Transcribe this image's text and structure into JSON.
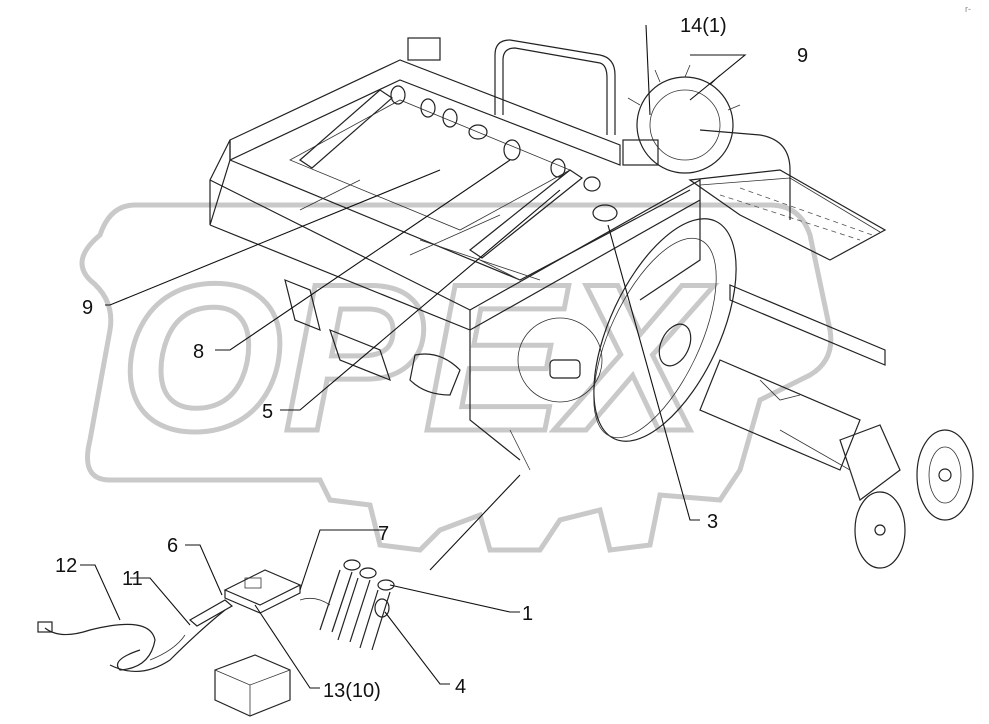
{
  "watermark": {
    "text": "OPEX",
    "color": "#c9c9c9"
  },
  "corner_mark": "r-",
  "callouts": [
    {
      "id": "c-14-1",
      "label": "14(1)"
    },
    {
      "id": "c-9-top",
      "label": "9"
    },
    {
      "id": "c-9-left",
      "label": "9"
    },
    {
      "id": "c-8",
      "label": "8"
    },
    {
      "id": "c-5",
      "label": "5"
    },
    {
      "id": "c-3",
      "label": "3"
    },
    {
      "id": "c-7",
      "label": "7"
    },
    {
      "id": "c-6",
      "label": "6"
    },
    {
      "id": "c-12",
      "label": "12"
    },
    {
      "id": "c-11",
      "label": "11"
    },
    {
      "id": "c-1",
      "label": "1"
    },
    {
      "id": "c-4",
      "label": "4"
    },
    {
      "id": "c-13-10",
      "label": "13(10)"
    }
  ]
}
